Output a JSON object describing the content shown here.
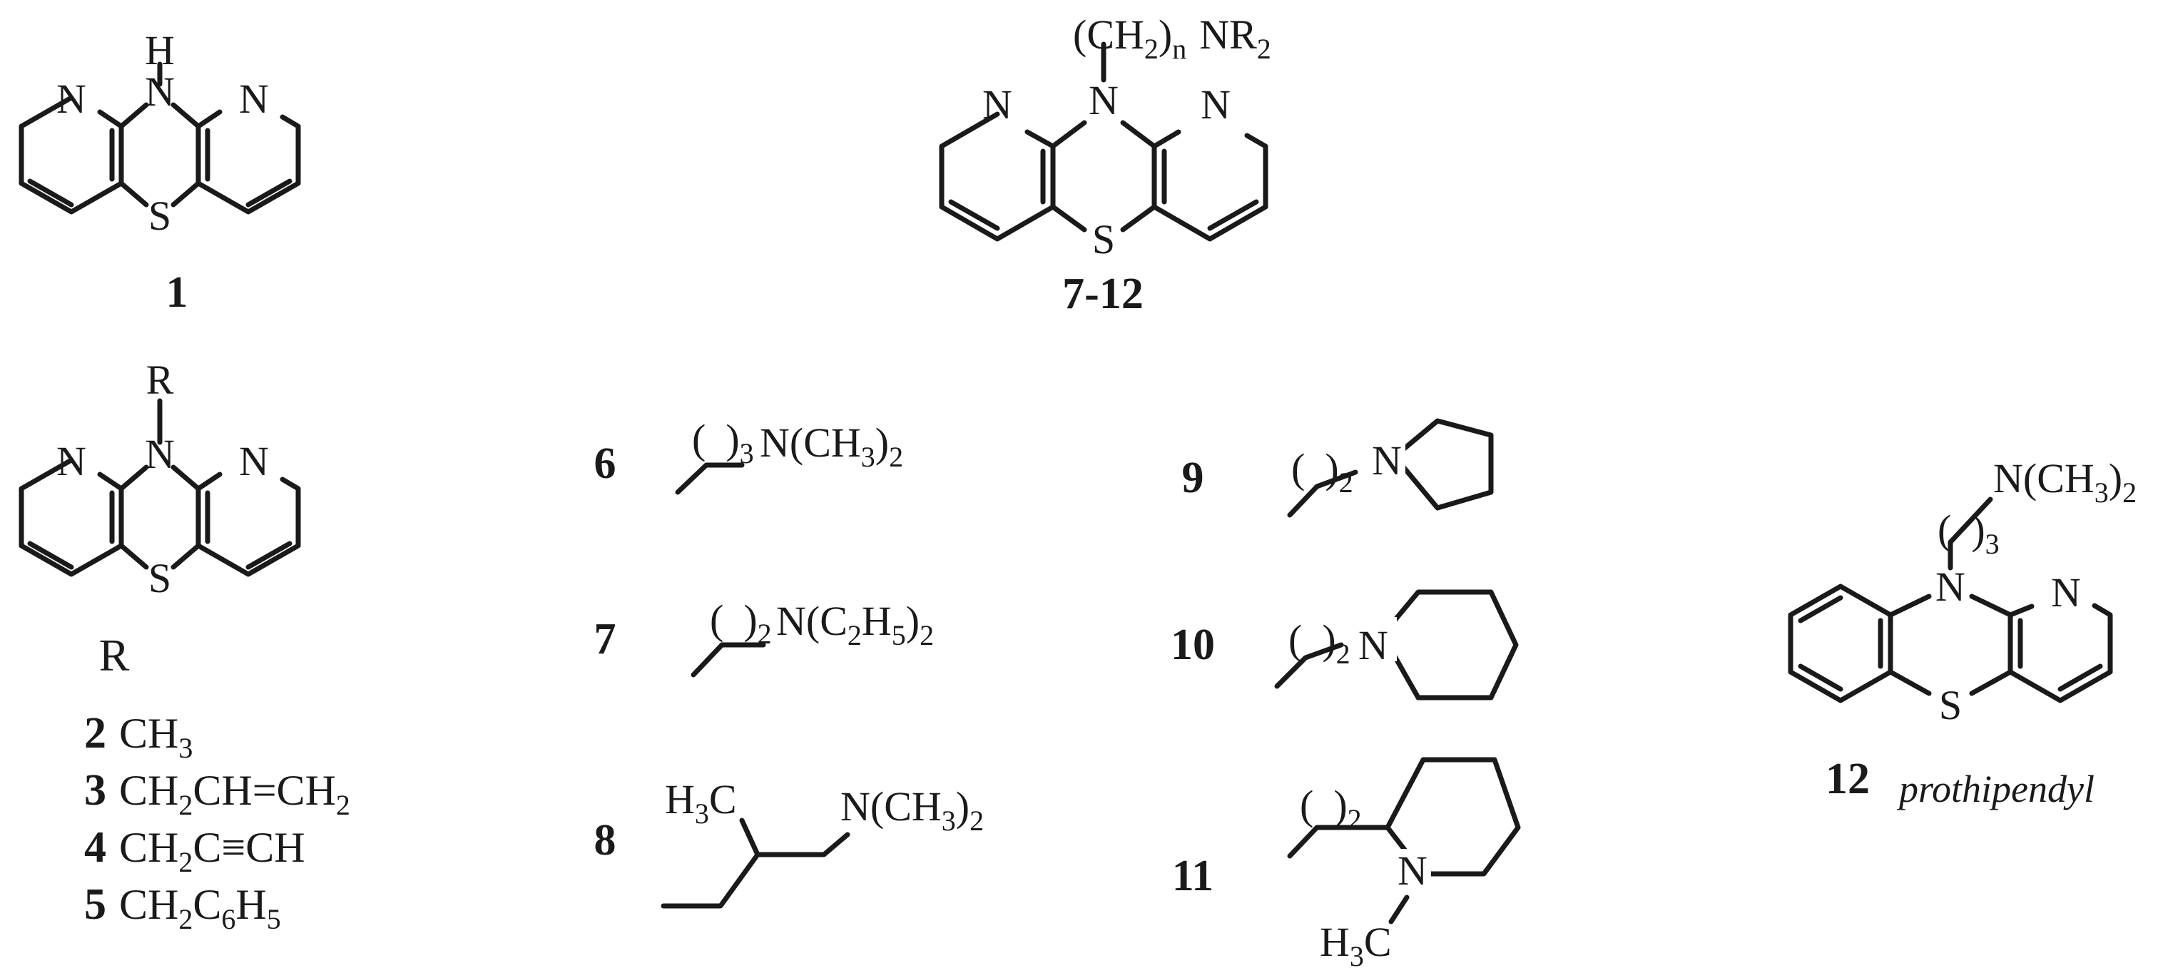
{
  "compounds": {
    "c1": {
      "label": "1",
      "atoms": {
        "nh": "H",
        "n_top": "N",
        "n_left": "N",
        "n_right": "N",
        "s": "S"
      }
    },
    "c712": {
      "label": "7-12",
      "chain": "(CH",
      "chain_sub": "2",
      "chain_close": ")",
      "n_sub": "n",
      "nr": "NR",
      "nr_sub": "2",
      "atoms": {
        "n_center": "N",
        "n_left": "N",
        "n_right": "N",
        "s": "S"
      }
    },
    "c2to5": {
      "r_top": "R",
      "r_heading": "R",
      "atoms": {
        "n_center": "N",
        "n_left": "N",
        "n_right": "N",
        "s": "S"
      }
    },
    "r_list": [
      {
        "num": "2",
        "text": "CH",
        "sub": "3",
        "rest": ""
      },
      {
        "num": "3",
        "text": "CH",
        "sub": "2",
        "rest": "CH=CH",
        "sub2": "2"
      },
      {
        "num": "4",
        "text": "CH",
        "sub": "2",
        "rest": "C≡CH"
      },
      {
        "num": "5",
        "text": "CH",
        "sub": "2",
        "rest": "C",
        "sub2": "6",
        "rest2": "H",
        "sub3": "5"
      }
    ],
    "c6": {
      "label": "6",
      "n": "3",
      "group": "N(CH",
      "group_sub": "3",
      "group_close": ")",
      "group_sub2": "2"
    },
    "c7": {
      "label": "7",
      "n": "2",
      "group": "N(C",
      "group_sub": "2",
      "group_mid": "H",
      "group_sub2": "5",
      "group_close": ")",
      "group_sub3": "2"
    },
    "c8": {
      "label": "8",
      "left": "H",
      "left_sub": "3",
      "left_rest": "C",
      "group": "N(CH",
      "group_sub": "3",
      "group_close": ")",
      "group_sub2": "2"
    },
    "c9": {
      "label": "9",
      "n": "2",
      "atom": "N"
    },
    "c10": {
      "label": "10",
      "n": "2",
      "atom": "N"
    },
    "c11": {
      "label": "11",
      "n": "2",
      "atom": "N",
      "methyl": "H",
      "methyl_sub": "3",
      "methyl_rest": "C"
    },
    "c12": {
      "label": "12",
      "name": "prothipendyl",
      "n": "3",
      "group": "N(CH",
      "group_sub": "3",
      "group_close": ")",
      "group_sub2": "2",
      "atoms": {
        "n_center": "N",
        "n_right": "N",
        "s": "S"
      }
    }
  }
}
